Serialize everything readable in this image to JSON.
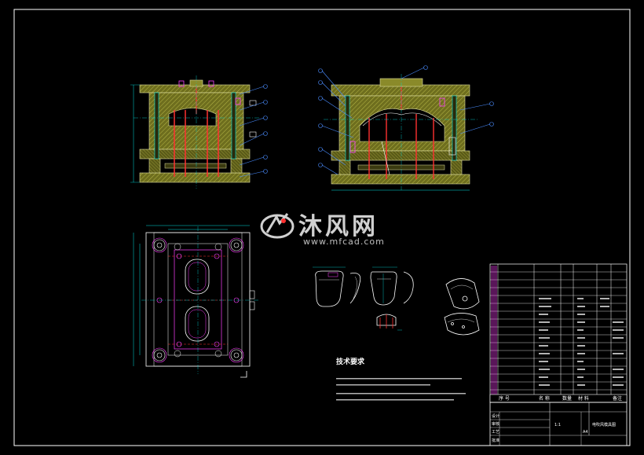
{
  "watermark": {
    "brand_cn": "沐风网",
    "url": "www.mfcad.com"
  },
  "tech_requirements": {
    "title": "技术要求"
  },
  "bom_header": {
    "col1": "序 号",
    "col2": "名 称",
    "col3": "数量",
    "col4": "材 料",
    "col5": "备注"
  },
  "title_block": {
    "drawing_name": "电吹风模具图",
    "scale": "1:1",
    "sheet": "A4",
    "labels": [
      "设计",
      "审核",
      "工艺",
      "批准"
    ]
  },
  "colors": {
    "background": "#000000",
    "frame": "#ffffff",
    "plate_fill": "#6e6e1e",
    "hatch": "#c8c850",
    "core": "#ff3030",
    "pin": "#ff5050",
    "cyan": "#00e0e0",
    "balloon": "#4a8cff",
    "magenta": "#ff40ff",
    "green": "#30ff30"
  }
}
